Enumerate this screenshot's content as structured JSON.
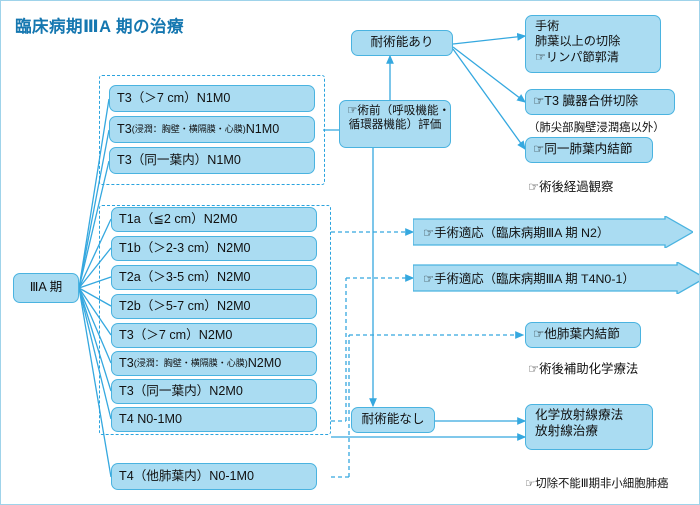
{
  "page": {
    "title": "臨床病期ⅢA 期の治療",
    "accent_color": "#1577b0",
    "node_fill": "#aadcf2",
    "node_border": "#4ab3e0",
    "connector_color": "#35a8df",
    "background": "#ffffff"
  },
  "root": {
    "label": "ⅢA 期"
  },
  "groups": {
    "n1m0": {
      "name": "N1M0 group",
      "items": [
        {
          "label": "T3（＞7 cm）N1M0"
        },
        {
          "label_main": "T3",
          "label_small": "(浸潤：胸壁・横隔膜・心膜)",
          "label_tail": " N1M0"
        },
        {
          "label": "T3（同一葉内）N1M0"
        }
      ]
    },
    "n2m0": {
      "name": "N2M0 group",
      "items": [
        {
          "label": "T1a（≦2 cm）N2M0"
        },
        {
          "label": "T1b（＞2-3 cm）N2M0"
        },
        {
          "label": "T2a（＞3-5 cm）N2M0"
        },
        {
          "label": "T2b（＞5-7 cm）N2M0"
        },
        {
          "label": "T3（＞7 cm）N2M0"
        },
        {
          "label_main": "T3",
          "label_small": "(浸潤：胸壁・横隔膜・心膜)",
          "label_tail": " N2M0"
        },
        {
          "label": "T3（同一葉内）N2M0"
        },
        {
          "label": "T4 N0-1M0"
        }
      ]
    }
  },
  "standalone": {
    "t4_other_lobe": "T4（他肺葉内）N0-1M0"
  },
  "middle": {
    "operable": "耐術能あり",
    "preop_eval_line1": "☞術前（呼吸機能・",
    "preop_eval_line2": "循環器機能）評価",
    "inoperable": "耐術能なし"
  },
  "right": {
    "surgery_line1": "手術",
    "surgery_line2": "肺葉以上の切除",
    "surgery_line3": "☞リンパ節郭清",
    "t3_combined_resection": "☞T3 臓器合併切除",
    "t3_note": "（肺尖部胸壁浸潤癌以外）",
    "same_lobe_nodule": "☞同一肺葉内結節",
    "postop_followup": "☞術後経過観察",
    "other_lobe_nodule": "☞他肺葉内結節",
    "adjuvant_chemo": "☞術後補助化学療法",
    "chemoradio_line1": "化学放射線療法",
    "chemoradio_line2": "放射線治療",
    "unresectable_note": "☞切除不能Ⅲ期非小細胞肺癌"
  },
  "arrow_banners": [
    {
      "label": "☞手術適応（臨床病期ⅢA 期 N2）"
    },
    {
      "label": "☞手術適応（臨床病期ⅢA 期 T4N0-1）"
    }
  ]
}
